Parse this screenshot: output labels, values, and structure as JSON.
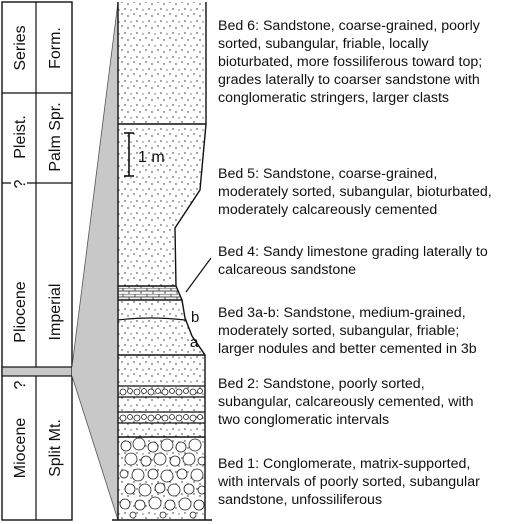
{
  "columns": {
    "series_header": "Series",
    "formation_header": "Form.",
    "pleistocene": "Pleist.",
    "pliocene": "Pliocene",
    "miocene": "Miocene",
    "palm_springs": "Palm Spr.",
    "imperial": "Imperial",
    "split_mountain": "Split Mt.",
    "uncertain_mark_upper": "?",
    "uncertain_mark_lower": "?"
  },
  "scale_bar": {
    "label": "1 m"
  },
  "sublabels": {
    "b": "b",
    "a": "a"
  },
  "beds": {
    "bed6": [
      "Bed 6: Sandstone, coarse-grained, poorly",
      "sorted, subangular, friable, locally",
      "bioturbated, more fossiliferous toward top;",
      "grades laterally to coarser sandstone with",
      "conglomeratic stringers, larger clasts"
    ],
    "bed5": [
      "Bed 5: Sandstone, coarse-grained,",
      "moderately sorted, subangular, bioturbated,",
      "moderately calcareously cemented"
    ],
    "bed4": [
      "Bed 4: Sandy limestone grading laterally to",
      "calcareous sandstone"
    ],
    "bed3": [
      "Bed 3a-b: Sandstone, medium-grained,",
      "moderately sorted, subangular, friable;",
      "larger nodules and better cemented in 3b"
    ],
    "bed2": [
      "Bed 2: Sandstone, poorly sorted,",
      "subangular, calcareously cemented, with",
      "two conglomeratic intervals"
    ],
    "bed1": [
      "Bed 1: Conglomerate, matrix-supported,",
      "with intervals of poorly sorted, subangular",
      "sandstone, unfossiliferous"
    ]
  },
  "colors": {
    "ink": "#111111",
    "connector_fill": "#c8c8c8",
    "limestone_fill": "#f2f2f2"
  }
}
